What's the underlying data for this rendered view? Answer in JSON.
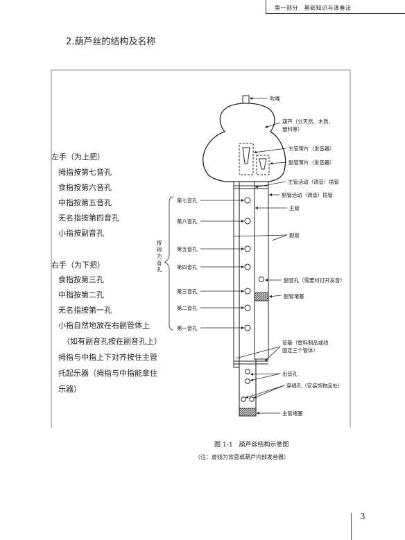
{
  "header": {
    "text": "第一部分　基础知识与演奏法"
  },
  "section_title": "2.葫芦丝的结构及名称",
  "hands": {
    "left_title": "左手（为上把）",
    "left_items": [
      "拇指按第七音孔",
      "食指按第六音孔",
      "中指按第五音孔",
      "无名指按第四音孔",
      "小指按副音孔"
    ],
    "right_title": "右手（为下把）",
    "right_items": [
      "食指按第三孔",
      "中指按第二孔",
      "无名指按第一孔",
      "小指自然地放在右副管体上",
      "（如有副音孔按在副音孔上）",
      "拇指与中指上下对齐按住主管",
      "托起乐器（拇指与中指能拿住",
      "乐器）"
    ]
  },
  "diagram": {
    "labels": {
      "mouthpiece": "吹嘴",
      "gourd_1": "葫芦（分天然、木质、",
      "gourd_2": "塑料等）",
      "main_reed": "主管簧片（发音器）",
      "sub_reed": "副管簧片（发音器）",
      "main_socket": "主管活动（调音）插管",
      "sub_socket": "副管活动（调音）插管",
      "main_pipe": "主管",
      "sub_pipe": "副管",
      "hole7": "第七音孔",
      "hole6": "第六音孔",
      "hole5": "第五音孔",
      "hole4": "第四音孔",
      "hole3": "第三音孔",
      "hole2": "第二音孔",
      "hole1": "第一音孔",
      "bracket": "按称为音孔",
      "sub_hole": "副音孔（需要时打开发音）",
      "sub_plug": "副管堵塞",
      "hoop_1": "管箍（塑料制品或线",
      "hoop_2": "固定三个管体）",
      "outlet": "出音孔",
      "rope_hole": "穿绳孔（安装饰物品处）",
      "main_plug": "主管堵塞"
    }
  },
  "caption": "图 1-1　葫芦丝结构示意图",
  "caption_note": "（注：虚线为背面或葫芦内部发音器）",
  "page_number": "3"
}
